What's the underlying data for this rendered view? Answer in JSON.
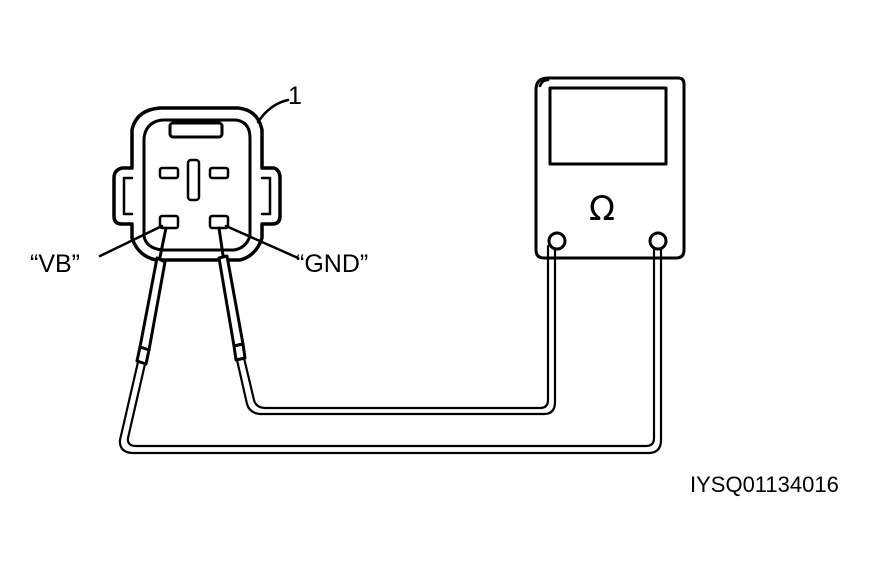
{
  "diagram": {
    "callout_number": "1",
    "pin_labels": {
      "vb": "“VB”",
      "gnd": "“GND”"
    },
    "meter": {
      "unit_symbol": "Ω"
    },
    "figure_code": "IYSQ01134016",
    "colors": {
      "ink": "#000000",
      "background": "#ffffff"
    }
  }
}
